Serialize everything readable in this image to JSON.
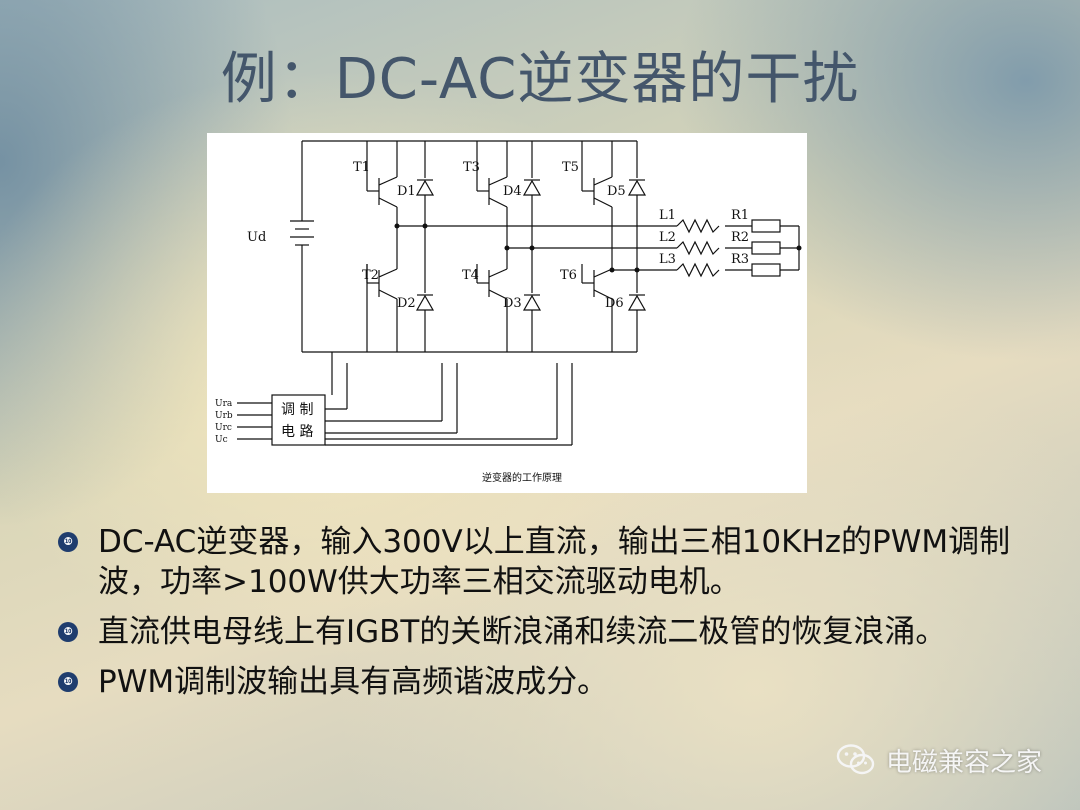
{
  "title": "例：DC-AC逆变器的干扰",
  "diagram": {
    "source_label": "Ud",
    "transistors": [
      "T1",
      "T3",
      "T5",
      "T2",
      "T4",
      "T6"
    ],
    "diodes": [
      "D1",
      "D4",
      "D5",
      "D2",
      "D3",
      "D6"
    ],
    "inductors": [
      "L1",
      "L2",
      "L3"
    ],
    "resistors": [
      "R1",
      "R2",
      "R3"
    ],
    "modulator_label_1": "调 制",
    "modulator_label_2": "电 路",
    "inputs": [
      "Ura",
      "Urb",
      "Urc",
      "Uc"
    ],
    "caption": "逆变器的工作原理"
  },
  "bullets": [
    {
      "icon": "numbered-10-bullet-icon",
      "text": "DC-AC逆变器，输入300V以上直流，输出三相10KHz的PWM调制波，功率>100W供大功率三相交流驱动电机。"
    },
    {
      "icon": "numbered-10-bullet-icon",
      "text": "直流供电母线上有IGBT的关断浪涌和续流二极管的恢复浪涌。"
    },
    {
      "icon": "numbered-10-bullet-icon",
      "text": "PWM调制波输出具有高频谐波成分。"
    }
  ],
  "bullet_marker": "❿",
  "watermark": {
    "icon": "wechat-icon",
    "text": "电磁兼容之家"
  },
  "colors": {
    "title": "#44566b",
    "bullet_icon": "#1f3d6e",
    "text": "#111111"
  }
}
